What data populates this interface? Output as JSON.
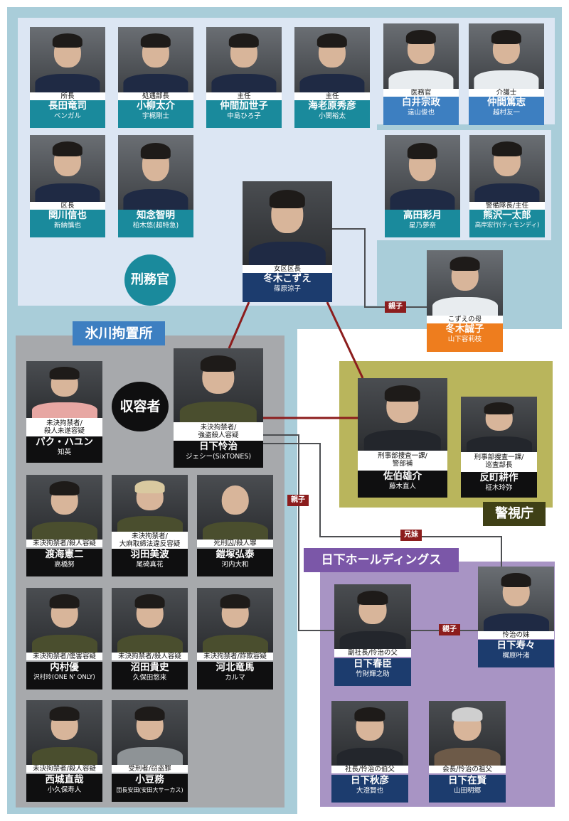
{
  "groups": {
    "guards": "刑務官",
    "detention": "氷川拘置所",
    "inmates": "収容者",
    "police": "警視庁",
    "holdings": "日下ホールディングス"
  },
  "relations": {
    "parent_child_1": "親子",
    "parent_child_2": "親子",
    "parent_child_3": "親子",
    "siblings": "兄妹"
  },
  "people": {
    "nagata": {
      "role": "所長",
      "name": "長田竜司",
      "actor": "ベンガル"
    },
    "koyanagi": {
      "role": "処遇部長",
      "name": "小柳太介",
      "actor": "宇梶剛士"
    },
    "nakama_k": {
      "role": "主任",
      "name": "仲間加世子",
      "actor": "中島ひろ子"
    },
    "ebihara": {
      "role": "主任",
      "name": "海老原秀彦",
      "actor": "小関裕太"
    },
    "usui": {
      "role": "医務官",
      "name": "白井宗政",
      "actor": "遠山俊也"
    },
    "nakama_a": {
      "role": "介護士",
      "name": "仲間篤志",
      "actor": "越村友一"
    },
    "sekikawa": {
      "role": "区長",
      "name": "関川信也",
      "actor": "新納慎也"
    },
    "chinen": {
      "role": "",
      "name": "知念智明",
      "actor": "柏木悠(超特急)"
    },
    "takada": {
      "role": "",
      "name": "高田彩月",
      "actor": "星乃夢奈"
    },
    "kumazawa": {
      "role": "警備隊長/主任",
      "name": "熊沢一太郎",
      "actor": "高岸宏行(ティモンディ)"
    },
    "fuyuki": {
      "role": "女区区長",
      "name": "冬木こずえ",
      "actor": "篠原涼子"
    },
    "fuyuki_mother": {
      "role": "こずえの母",
      "name": "冬木誠子",
      "actor": "山下容莉枝"
    },
    "park": {
      "role": "未決拘禁者/\n殺人未遂容疑",
      "name": "パク・ハユン",
      "actor": "知英"
    },
    "kusaka_r": {
      "role": "未決拘禁者/\n強盗殺人容疑",
      "name": "日下怜治",
      "actor": "ジェシー(SixTONES)"
    },
    "saeki": {
      "role": "刑事部捜査一課/\n警部補",
      "name": "佐伯雄介",
      "actor": "藤木直人"
    },
    "sorimachi": {
      "role": "刑事部捜査一課/\n巡査部長",
      "name": "反町耕作",
      "actor": "柾木玲弥"
    },
    "tokai": {
      "role": "未決拘禁者/殺人容疑",
      "name": "渡海憲二",
      "actor": "高橋努"
    },
    "haneda": {
      "role": "未決拘禁者/\n大麻取締法違反容疑",
      "name": "羽田美波",
      "actor": "尾碕真花"
    },
    "gaizuka": {
      "role": "死刑囚/殺人罪",
      "name": "鎧塚弘泰",
      "actor": "河内大和"
    },
    "uchimura": {
      "role": "未決拘禁者/傷害容疑",
      "name": "内村優",
      "actor": "沢村玲(ONE N' ONLY)"
    },
    "numata": {
      "role": "未決拘禁者/殺人容疑",
      "name": "沼田貴史",
      "actor": "久保田悠来"
    },
    "kawakita": {
      "role": "未決拘禁者/詐欺容疑",
      "name": "河北竜馬",
      "actor": "カルマ"
    },
    "kusaka_s": {
      "role": "怜治の妹",
      "name": "日下寿々",
      "actor": "梶原叶渚"
    },
    "kusaka_h": {
      "role": "副社長/怜治の父",
      "name": "日下春臣",
      "actor": "竹財輝之助"
    },
    "saijo": {
      "role": "未決拘禁者/殺人容疑",
      "name": "西城直哉",
      "actor": "小久保寿人"
    },
    "azuki": {
      "role": "受刑者/窃盗罪",
      "name": "小豆務",
      "actor": "団長安田(安田大サーカス)"
    },
    "kusaka_a": {
      "role": "社長/怜治の伯父",
      "name": "日下秋彦",
      "actor": "大澄賢也"
    },
    "kusaka_z": {
      "role": "会長/怜治の祖父",
      "name": "日下在賢",
      "actor": "山田明郷"
    }
  },
  "colors": {
    "guards_bg": "#dce6f3",
    "detention_bg": "#a7a9ac",
    "police_bg": "#b9b55c",
    "holdings_bg": "#a894c4",
    "outer_bg": "#a9cdd9",
    "relation_line": "#8c1d1d"
  }
}
